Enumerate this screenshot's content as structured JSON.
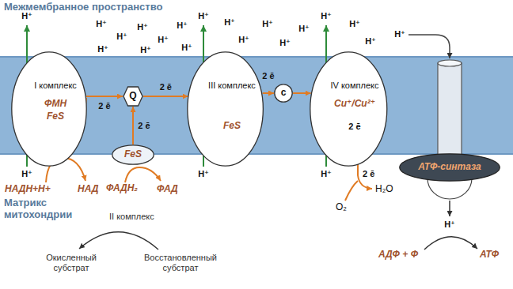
{
  "diagram": {
    "nodes": [
      {
        "text": [
          "I комплекс",
          "ФМН",
          "FeS"
        ]
      },
      {
        "text": [
          "Q"
        ]
      },
      {
        "text": [
          "III комплекс",
          "FeS"
        ]
      },
      {
        "text": [
          "c"
        ]
      },
      {
        "text": [
          "IV комплекс",
          "Cu⁺/Cu²⁺"
        ]
      },
      {
        "text": [
          "FeS"
        ]
      },
      {
        "text": [
          "АТФ-синтаза"
        ]
      }
    ],
    "edges": [
      {
        "from": 0,
        "to": 1,
        "arrow": "to",
        "label": "2 ē"
      },
      {
        "from": 5,
        "to": 1,
        "arrow": "to",
        "label": "2 ē"
      },
      {
        "from": 1,
        "to": 2,
        "arrow": "to",
        "label": "2 ē"
      },
      {
        "from": 2,
        "to": 3,
        "arrow": "to",
        "label": "2 ē"
      },
      {
        "from": 3,
        "to": 4,
        "arrow": "to"
      }
    ],
    "labels": [
      "Межмембранное пространство",
      "Матрикс митохондрии",
      "H⁺",
      "H⁺",
      "H⁺",
      "H⁺",
      "H⁺",
      "H⁺",
      "H⁺",
      "H⁺",
      "H⁺",
      "H⁺",
      "H⁺",
      "H⁺",
      "H⁺",
      "H⁺",
      "H⁺",
      "H⁺",
      "H⁺",
      "H⁺",
      "H⁺",
      "H⁺",
      "H⁺",
      "H⁺",
      "H⁺",
      "НАДН+Н+",
      "НАД",
      "ФАДН₂",
      "ФАД",
      "II комплекс",
      "Окисленный субстрат",
      "Восстановленный субстрат",
      "O₂",
      "H₂O",
      "АДФ + Ф",
      "АТФ",
      "2 ē",
      "2 ē"
    ]
  }
}
